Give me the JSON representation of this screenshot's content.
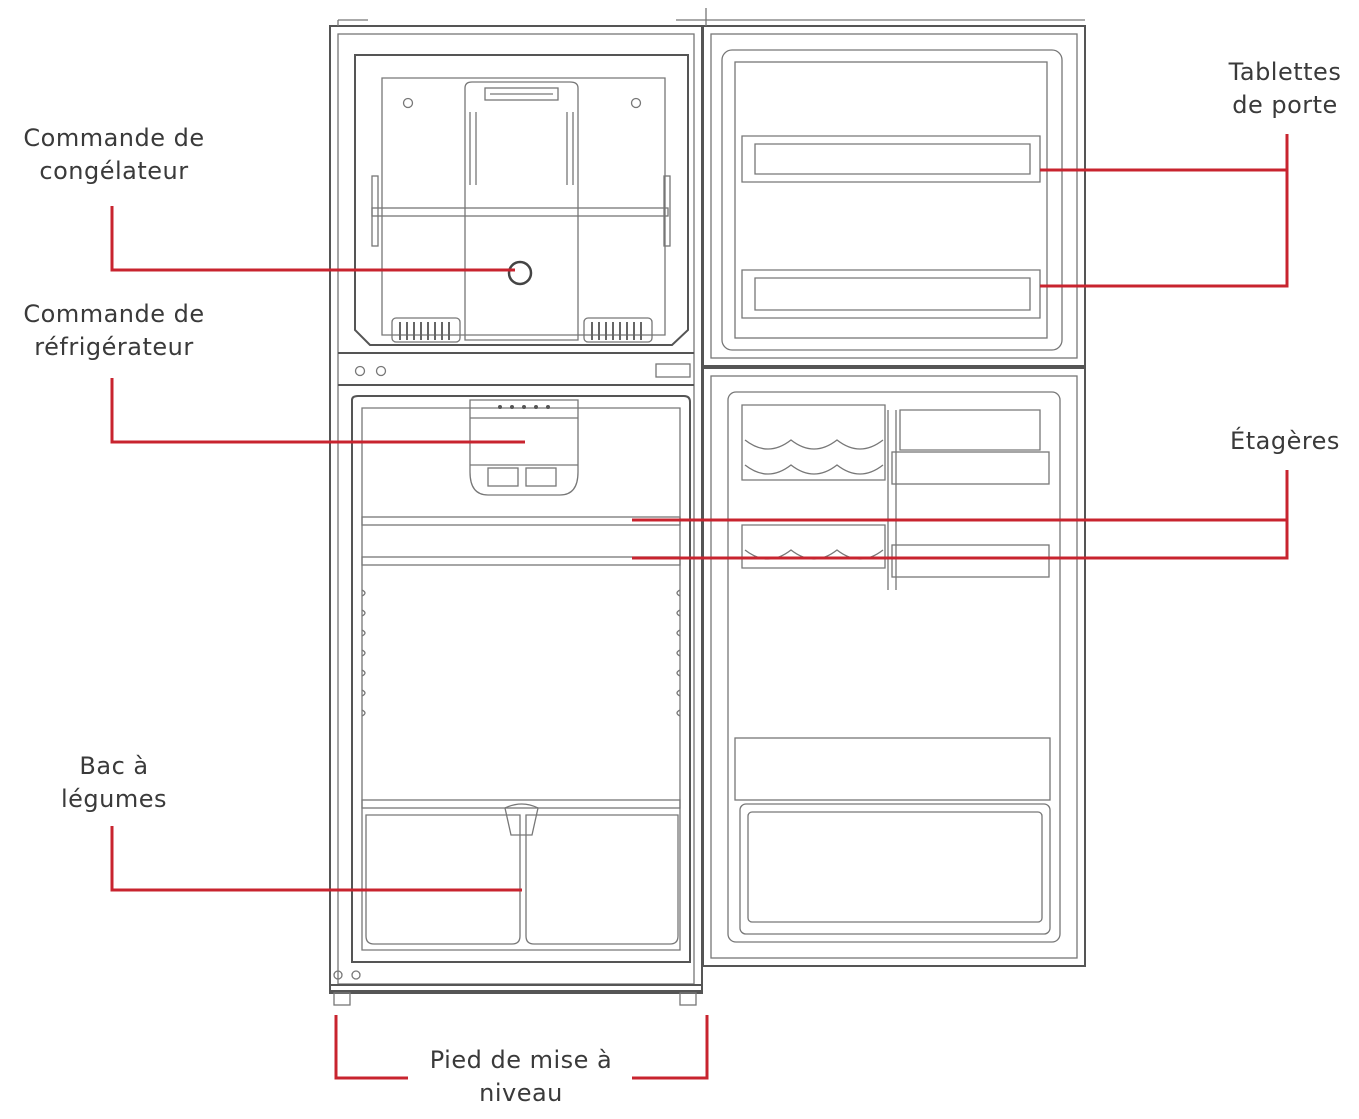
{
  "accent_color": "#c8242f",
  "labels": {
    "freezer_control": [
      "Commande de",
      "congélateur"
    ],
    "fridge_control": [
      "Commande de",
      "réfrigérateur"
    ],
    "crisper": [
      "Bac à",
      "légumes"
    ],
    "door_shelves": [
      "Tablettes",
      "de porte"
    ],
    "shelves": [
      "Étagères"
    ],
    "leveling_foot": [
      "Pied de mise à",
      "niveau"
    ]
  }
}
